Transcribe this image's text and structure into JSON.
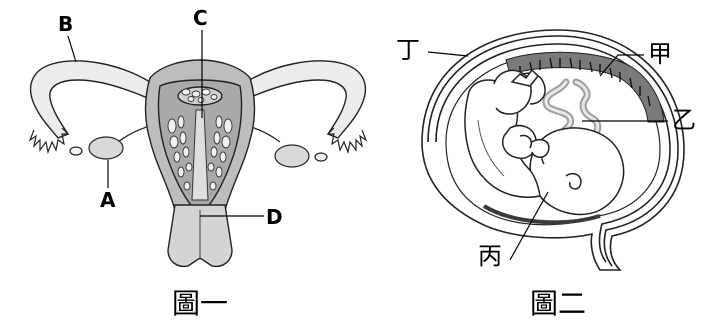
{
  "figure1": {
    "caption": "圖一",
    "labels": {
      "a": "A",
      "b": "B",
      "c": "C",
      "d": "D"
    }
  },
  "figure2": {
    "caption": "圖二",
    "labels": {
      "jia": "甲",
      "yi": "乙",
      "bing": "丙",
      "ding": "丁"
    }
  }
}
